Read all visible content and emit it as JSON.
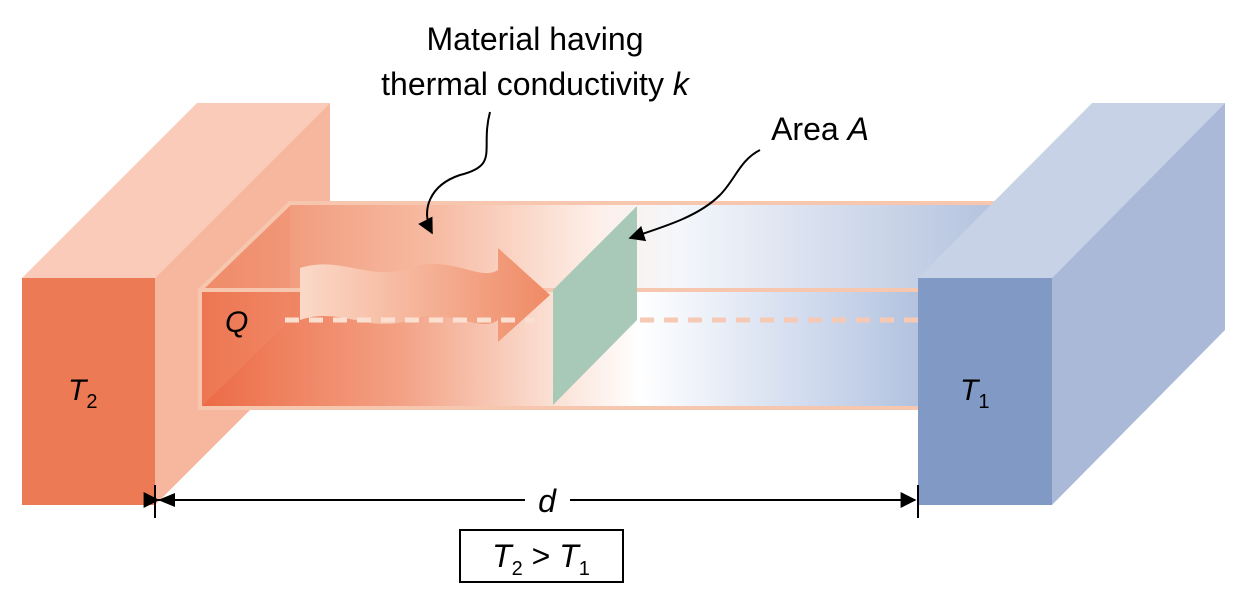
{
  "labels": {
    "material_line1": "Material having",
    "material_line2": "thermal conductivity ",
    "material_k": "k",
    "area_word": "Area ",
    "area_symbol": "A",
    "heat": "Q",
    "hot_symbol": "T",
    "hot_sub": "2",
    "cold_symbol": "T",
    "cold_sub": "1",
    "distance": "d",
    "cond_left": "T",
    "cond_left_sub": "2",
    "cond_op": " > ",
    "cond_right": "T",
    "cond_right_sub": "1"
  },
  "colors": {
    "hot_front": "#ec7a55",
    "hot_side": "#f6b79e",
    "hot_top": "#f9cbb8",
    "cold_front": "#8199c5",
    "cold_side": "#aab9d8",
    "cold_top": "#c8d2e6",
    "area_plane": "#a8c8b8",
    "rod_outline": "#f7c6ae"
  }
}
